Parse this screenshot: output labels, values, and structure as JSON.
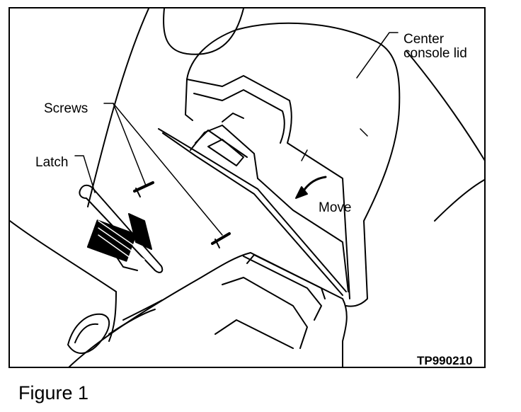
{
  "labels": {
    "lid_line1": "Center",
    "lid_line2": "console lid",
    "screws": "Screws",
    "latch": "Latch",
    "move": "Move",
    "figure_code": "TP990210"
  },
  "caption": "Figure 1",
  "colors": {
    "ink": "#000000",
    "paper": "#ffffff"
  }
}
